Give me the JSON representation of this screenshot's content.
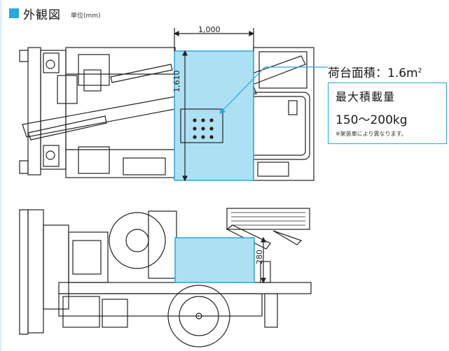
{
  "title": "外観図",
  "unit": "単位(mm)",
  "dimensions": {
    "width": "1,000",
    "length": "1,610",
    "height": "280"
  },
  "callout": {
    "label": "荷台面積：1.6m",
    "label_sup": "2"
  },
  "spec": {
    "title": "最大積載量",
    "value": "150～200kg",
    "note": "※架装車により異なります。"
  },
  "colors": {
    "accent": "#2ba6de",
    "bed_fill": "#aee0f4"
  }
}
